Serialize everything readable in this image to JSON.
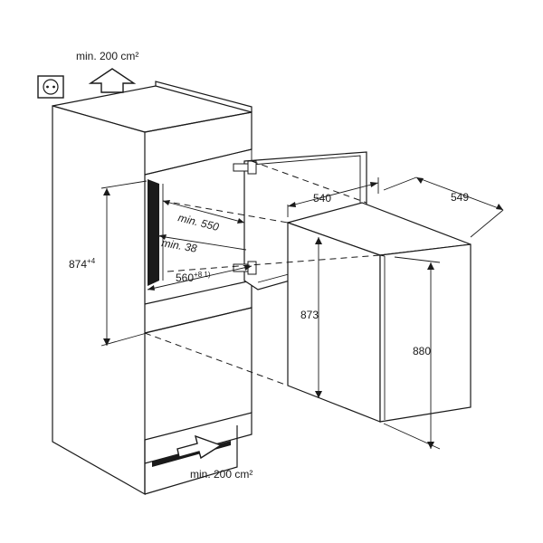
{
  "labels": {
    "vent_top": "min. 200 cm²",
    "vent_bottom": "min. 200 cm²",
    "niche_depth": "min. 550",
    "min_gap": "min. 38",
    "niche_width_base": "560",
    "niche_width_sup": "+8 1)",
    "niche_height_base": "874",
    "niche_height_sup": "+4",
    "appliance_depth": "540",
    "appliance_width": "549",
    "appliance_height": "873",
    "door_height": "880"
  },
  "icons": {
    "socket": "power-socket-icon",
    "arrow_up": "airflow-up-arrow-icon",
    "arrow_right": "airflow-in-arrow-icon"
  }
}
